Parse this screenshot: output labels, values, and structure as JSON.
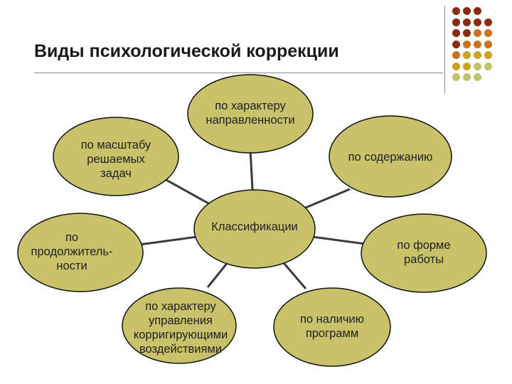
{
  "slide": {
    "title": "Виды психологической коррекции"
  },
  "colors": {
    "ellipse_fill": "#c8c26a",
    "ellipse_stroke": "#111111",
    "connector": "#3a3a3a",
    "dot_dark": "#8b2a0e",
    "dot_orange": "#c9731e",
    "dot_mustard": "#c9a221",
    "dot_olive": "#c2c26a"
  },
  "dots_grid": {
    "rows": [
      [
        "dot_dark",
        "dot_dark",
        "dot_dark",
        null
      ],
      [
        "dot_dark",
        "dot_dark",
        "dot_dark",
        "dot_dark"
      ],
      [
        "dot_dark",
        "dot_dark",
        "dot_orange",
        "dot_orange"
      ],
      [
        "dot_dark",
        "dot_orange",
        "dot_orange",
        "dot_orange"
      ],
      [
        "dot_orange",
        "dot_mustard",
        "dot_mustard",
        "dot_mustard"
      ],
      [
        "dot_mustard",
        "dot_mustard",
        "dot_olive",
        "dot_olive"
      ],
      [
        "dot_olive",
        "dot_olive",
        "dot_olive",
        null
      ]
    ]
  },
  "diagram": {
    "center": {
      "label": "Классификации"
    },
    "nodes": [
      {
        "id": "direction",
        "label": "по характеру\nнаправленности"
      },
      {
        "id": "scale",
        "label": "по масштабу\nрешаемых\nзадач"
      },
      {
        "id": "content",
        "label": "по содержанию"
      },
      {
        "id": "duration",
        "label": "по\nпродолжитель-\nности"
      },
      {
        "id": "form",
        "label": "по форме\nработы"
      },
      {
        "id": "management",
        "label": "по характеру\nуправления\nкорригирующими\nвоздействиями"
      },
      {
        "id": "programs",
        "label": "по наличию\nпрограмм"
      }
    ]
  }
}
